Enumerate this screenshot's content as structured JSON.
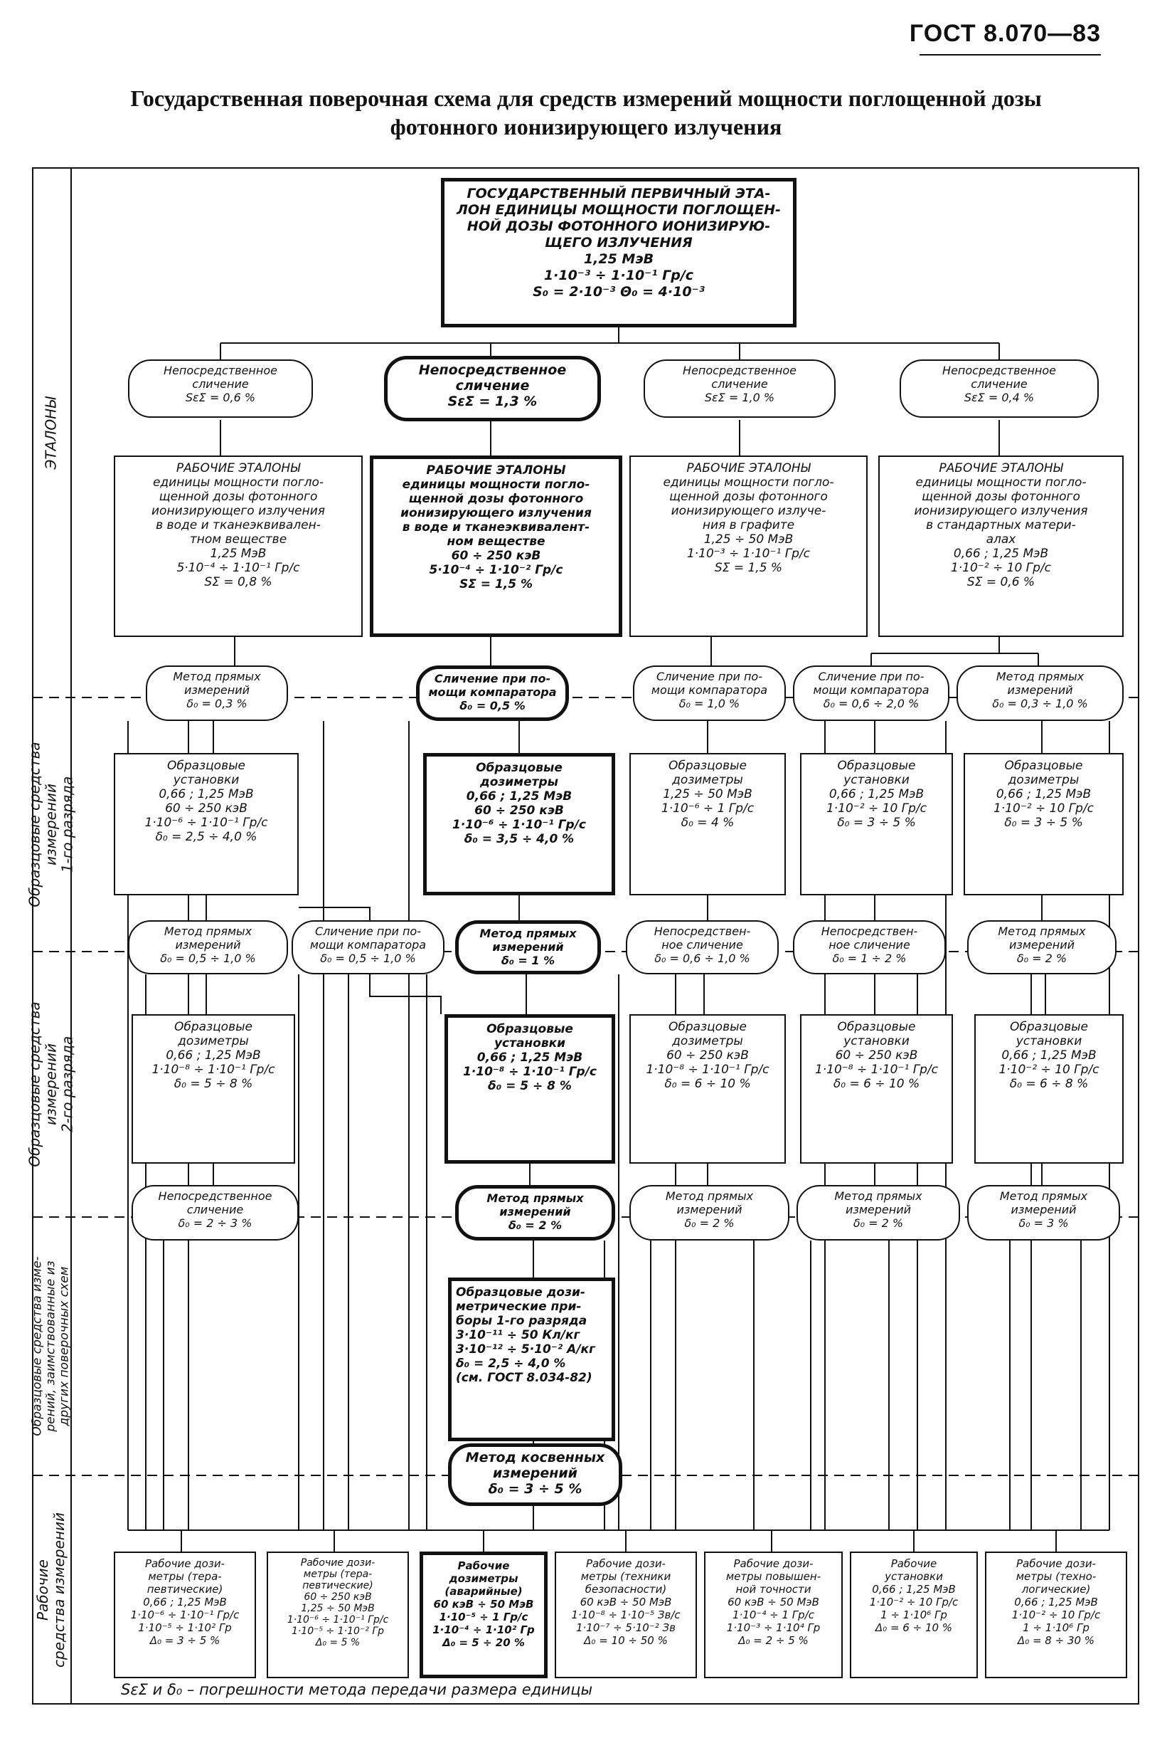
{
  "header": {
    "standard_code": "ГОСТ 8.070—83"
  },
  "title": {
    "line1": "Государственная поверочная схема для средств измерений мощности поглощенной дозы",
    "line2": "фотонного ионизирующего излучения"
  },
  "levels": [
    "ЭТАЛОНЫ",
    "Образцовые средства\nизмерений\n1-го разряда",
    "Образцовые средства\nизмерений\n2-го разряда",
    "Образцовые средства изме-\nрений, заимствованные из\nдругих поверочных схем",
    "Рабочие\nсредства измерений"
  ],
  "primary_standard": "ГОСУДАРСТВЕННЫЙ ПЕРВИЧНЫЙ ЭТА-\nЛОН ЕДИНИЦЫ МОЩНОСТИ ПОГЛОЩЕН-\nНОЙ ДОЗЫ ФОТОННОГО ИОНИЗИРУЮ-\nЩЕГО ИЗЛУЧЕНИЯ\n1,25 МэВ\n1·10⁻³ ÷ 1·10⁻¹ Гр/с\nS₀ = 2·10⁻³      Θ₀ = 4·10⁻³",
  "comparisons_1": [
    "Непосредственное\nсличение\nSεΣ = 0,6 %",
    "Непосредственное\nсличение\nSεΣ = 1,3 %",
    "Непосредственное\nсличение\nSεΣ = 1,0 %",
    "Непосредственное\nсличение\nSεΣ = 0,4 %"
  ],
  "working_standards": [
    "РАБОЧИЕ ЭТАЛОНЫ\nединицы мощности погло-\nщенной дозы фотонного\nионизирующего излучения\nв воде и тканеэквивален-\nтном веществе\n1,25 МэВ\n5·10⁻⁴ ÷ 1·10⁻¹ Гр/с\nSΣ = 0,8 %",
    "РАБОЧИЕ ЭТАЛОНЫ\nединицы мощности погло-\nщенной дозы фотонного\nионизирующего излучения\nв воде и тканеэквивалент-\nном веществе\n60 ÷ 250 кэВ\n5·10⁻⁴ ÷ 1·10⁻² Гр/с\nSΣ = 1,5 %",
    "РАБОЧИЕ ЭТАЛОНЫ\nединицы мощности погло-\nщенной дозы фотонного\nионизирующего излуче-\nния в графите\n1,25 ÷ 50 МэВ\n1·10⁻³ ÷ 1·10⁻¹ Гр/с\nSΣ = 1,5 %",
    "РАБОЧИЕ ЭТАЛОНЫ\nединицы мощности погло-\nщенной дозы фотонного\nионизирующего излучения\nв стандартных матери-\nалах\n0,66 ; 1,25 МэВ\n1·10⁻² ÷ 10 Гр/с\nSΣ = 0,6 %"
  ],
  "methods_2": [
    "Метод прямых\nизмерений\nδ₀ = 0,3 %",
    "Сличение при по-\nмощи компаратора\nδ₀ = 0,5 %",
    "Сличение при по-\nмощи компаратора\nδ₀ = 1,0 %",
    "Сличение при по-\nмощи компаратора\nδ₀ = 0,6 ÷ 2,0 %",
    "Метод прямых\nизмерений\nδ₀ = 0,3 ÷ 1,0 %"
  ],
  "rank1": [
    "Образцовые\nустановки\n0,66 ; 1,25 МэВ\n60 ÷ 250 кэВ\n1·10⁻⁶ ÷ 1·10⁻¹ Гр/с\nδ₀ = 2,5 ÷ 4,0 %",
    "Образцовые\nдозиметры\n0,66 ; 1,25 МэВ\n60 ÷ 250 кэВ\n1·10⁻⁶ ÷ 1·10⁻¹ Гр/с\nδ₀ = 3,5 ÷ 4,0 %",
    "Образцовые\nдозиметры\n1,25 ÷ 50 МэВ\n1·10⁻⁶ ÷ 1 Гр/с\nδ₀ = 4 %",
    "Образцовые\nустановки\n0,66 ; 1,25 МэВ\n1·10⁻² ÷ 10 Гр/с\nδ₀ = 3 ÷ 5 %",
    "Образцовые\nдозиметры\n0,66 ; 1,25 МэВ\n1·10⁻² ÷ 10 Гр/с\nδ₀ = 3 ÷ 5 %"
  ],
  "methods_3": [
    "Метод прямых\nизмерений\nδ₀ = 0,5 ÷ 1,0 %",
    "Сличение при по-\nмощи компаратора\nδ₀ = 0,5 ÷ 1,0 %",
    "Метод прямых\nизмерений\nδ₀ = 1 %",
    "Непосредствен-\nное сличение\nδ₀ = 0,6 ÷ 1,0 %",
    "Непосредствен-\nное сличение\nδ₀ = 1 ÷ 2 %",
    "Метод прямых\nизмерений\nδ₀ = 2 %"
  ],
  "rank2": [
    "Образцовые\nдозиметры\n0,66 ; 1,25 МэВ\n1·10⁻⁸ ÷ 1·10⁻¹ Гр/с\nδ₀ = 5 ÷ 8 %",
    "Образцовые\nустановки\n0,66 ; 1,25 МэВ\n1·10⁻⁸ ÷ 1·10⁻¹ Гр/с\nδ₀ = 5 ÷ 8 %",
    "Образцовые\nдозиметры\n60 ÷ 250 кэВ\n1·10⁻⁸ ÷ 1·10⁻¹ Гр/с\nδ₀ = 6 ÷ 10 %",
    "Образцовые\nустановки\n60 ÷ 250 кэВ\n1·10⁻⁸ ÷ 1·10⁻¹ Гр/с\nδ₀ = 6 ÷ 10 %",
    "Образцовые\nустановки\n0,66 ; 1,25 МэВ\n1·10⁻² ÷ 10 Гр/с\nδ₀ = 6 ÷ 8 %"
  ],
  "methods_4": [
    "Непосредственное\nсличение\nδ₀ = 2 ÷ 3 %",
    "Метод прямых\nизмерений\nδ₀ = 2 %",
    "Метод прямых\nизмерений\nδ₀ = 2 %",
    "Метод прямых\nизмерений\nδ₀ = 2 %",
    "Метод прямых\nизмерений\nδ₀ = 3 %"
  ],
  "borrowed": "Образцовые дози-\nметрические при-\nборы 1-го разряда\n3·10⁻¹¹ ÷ 50 Кл/кг\n3·10⁻¹² ÷ 5·10⁻² А/кг\nδ₀ = 2,5 ÷ 4,0 %\n(см. ГОСТ 8.034-82)",
  "indirect_method": "Метод косвенных\nизмерений\nδ₀ = 3 ÷ 5 %",
  "working_instruments": [
    "Рабочие дози-\nметры (тера-\nпевтические)\n0,66 ; 1,25 МэВ\n1·10⁻⁶ ÷ 1·10⁻¹ Гр/с\n1·10⁻⁵ ÷ 1·10² Гр\nΔ₀ = 3 ÷ 5 %",
    "Рабочие дози-\nметры (тера-\nпевтические)\n60 ÷ 250 кэВ\n1,25 ÷ 50 МэВ\n1·10⁻⁶ ÷ 1·10⁻¹ Гр/с\n1·10⁻⁵ ÷ 1·10⁻² Гр\nΔ₀ = 5 %",
    "Рабочие\nдозиметры\n(аварийные)\n60 кэВ ÷ 50 МэВ\n1·10⁻⁵ ÷ 1 Гр/с\n1·10⁻⁴ ÷ 1·10² Гр\nΔ₀ = 5 ÷ 20 %",
    "Рабочие дози-\nметры (техники\nбезопасности)\n60 кэВ ÷ 50 МэВ\n1·10⁻⁸ ÷ 1·10⁻⁵ Зв/с\n1·10⁻⁷ ÷ 5·10⁻² Зв\nΔ₀ = 10 ÷ 50 %",
    "Рабочие дози-\nметры повышен-\nной точности\n60 кэВ ÷ 50 МэВ\n1·10⁻⁴ ÷ 1 Гр/с\n1·10⁻³ ÷ 1·10⁴ Гр\nΔ₀ = 2 ÷ 5 %",
    "Рабочие\nустановки\n0,66 ; 1,25 МэВ\n1·10⁻² ÷ 10 Гр/с\n1 ÷ 1·10⁶ Гр\nΔ₀ = 6 ÷ 10 %",
    "Рабочие дози-\nметры (техно-\nлогические)\n0,66 ; 1,25 МэВ\n1·10⁻² ÷ 10 Гр/с\n1 ÷ 1·10⁶ Гр\nΔ₀ = 8 ÷ 30 %"
  ],
  "footnote": "SεΣ и δ₀ – погрешности метода передачи размера единицы"
}
